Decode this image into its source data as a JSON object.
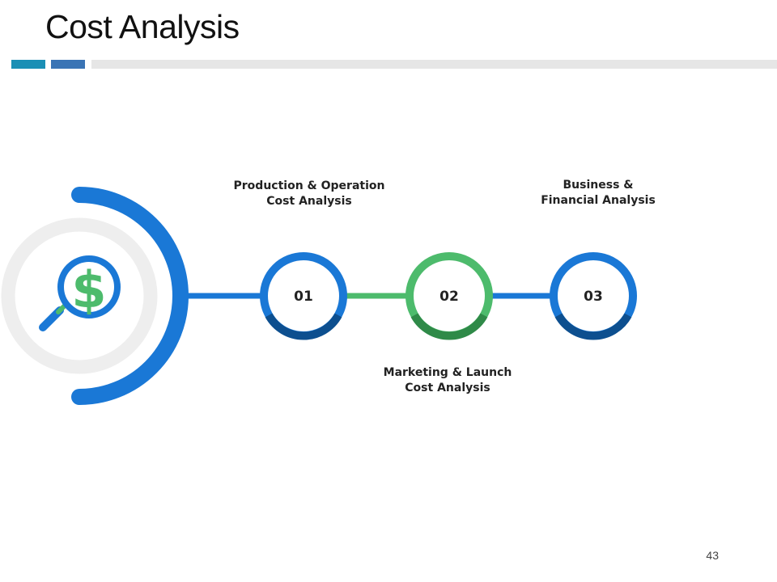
{
  "slide": {
    "title": "Cost Analysis",
    "page_number": "43"
  },
  "colors": {
    "blue": "#1a78d6",
    "dark_blue": "#0d4f8f",
    "green": "#4dbb6c",
    "dark_green": "#2f8a48",
    "light_grey": "#eeeeee",
    "accent_teal": "#1b8fb5",
    "accent_blue": "#3a74b5"
  },
  "icon": {
    "name": "dollar-magnifier-icon"
  },
  "steps": [
    {
      "number": "01",
      "label_line1": "Production & Operation",
      "label_line2": "Cost Analysis"
    },
    {
      "number": "02",
      "label_line1": "Marketing & Launch",
      "label_line2": "Cost Analysis"
    },
    {
      "number": "03",
      "label_line1": "Business &",
      "label_line2": "Financial Analysis"
    }
  ]
}
